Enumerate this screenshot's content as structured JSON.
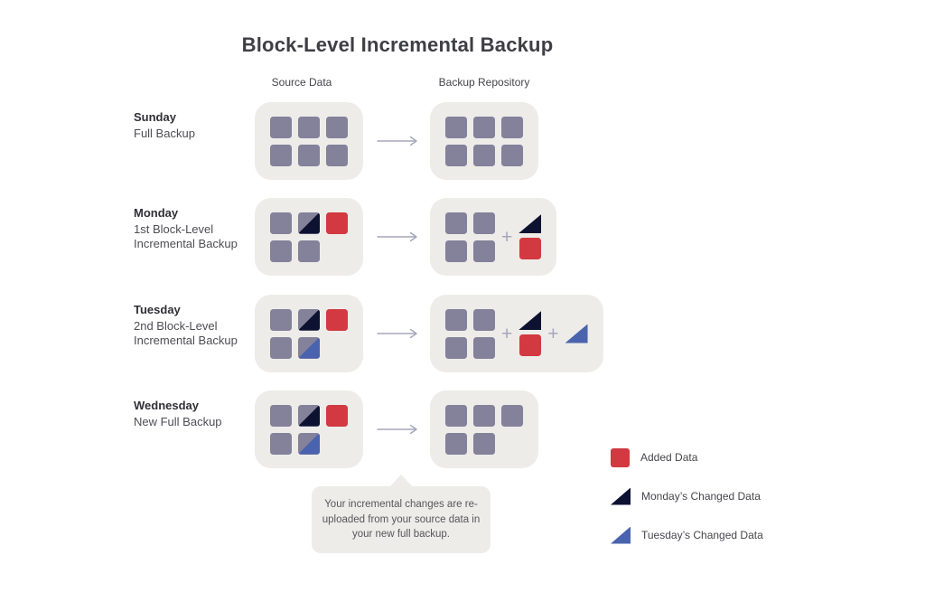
{
  "title": "Block-Level Incremental Backup",
  "columns": {
    "source": "Source Data",
    "repository": "Backup Repository"
  },
  "plus_sign": "+",
  "colors": {
    "block_gray": "#84819A",
    "block_red": "#D23940",
    "block_navy": "#0D1230",
    "block_blue": "#4A63AE",
    "container_bg": "#EDECE9",
    "arrow": "#A7A6BC"
  },
  "block_types": {
    "g": {
      "name": "unchanged-data-block"
    },
    "r": {
      "name": "added-data-block"
    },
    "mn": {
      "name": "monday-changed-data-block"
    },
    "tb": {
      "name": "tuesday-changed-data-block"
    },
    "n": {
      "name": "monday-changed-data-triangle"
    },
    "b": {
      "name": "tuesday-changed-data-triangle"
    }
  },
  "rows": [
    {
      "day": "Sunday",
      "description": "Full Backup",
      "source_grid": {
        "cols": 3,
        "cells": [
          "g",
          "g",
          "g",
          "g",
          "g",
          "g"
        ]
      },
      "repository_groups": [
        {
          "kind": "grid",
          "cols": 3,
          "cells": [
            "g",
            "g",
            "g",
            "g",
            "g",
            "g"
          ]
        }
      ]
    },
    {
      "day": "Monday",
      "description": "1st Block-Level\nIncremental Backup",
      "source_grid": {
        "cols": 3,
        "cells": [
          "g",
          "mn",
          "r",
          "g",
          "g"
        ]
      },
      "repository_groups": [
        {
          "kind": "grid",
          "cols": 2,
          "cells": [
            "g",
            "g",
            "g",
            "g"
          ]
        },
        {
          "kind": "plus"
        },
        {
          "kind": "stack",
          "cells": [
            "n",
            "r"
          ]
        }
      ]
    },
    {
      "day": "Tuesday",
      "description": "2nd Block-Level\nIncremental Backup",
      "source_grid": {
        "cols": 3,
        "cells": [
          "g",
          "mn",
          "r",
          "g",
          "tb"
        ]
      },
      "repository_groups": [
        {
          "kind": "grid",
          "cols": 2,
          "cells": [
            "g",
            "g",
            "g",
            "g"
          ]
        },
        {
          "kind": "plus"
        },
        {
          "kind": "stack",
          "cells": [
            "n",
            "r"
          ]
        },
        {
          "kind": "plus"
        },
        {
          "kind": "single",
          "cells": [
            "b"
          ]
        }
      ]
    },
    {
      "day": "Wednesday",
      "description": "New Full Backup",
      "source_grid": {
        "cols": 3,
        "cells": [
          "g",
          "mn",
          "r",
          "g",
          "tb"
        ]
      },
      "repository_groups": [
        {
          "kind": "grid",
          "cols": 3,
          "cells": [
            "g",
            "g",
            "g",
            "g",
            "g"
          ]
        }
      ]
    }
  ],
  "callout": {
    "text": "Your incremental changes are re-uploaded from your source data in your new full backup."
  },
  "legend": [
    {
      "icon": "red-square",
      "label": "Added Data"
    },
    {
      "icon": "navy-triangle",
      "label": "Monday’s Changed Data"
    },
    {
      "icon": "blue-triangle",
      "label": "Tuesday’s Changed Data"
    }
  ]
}
